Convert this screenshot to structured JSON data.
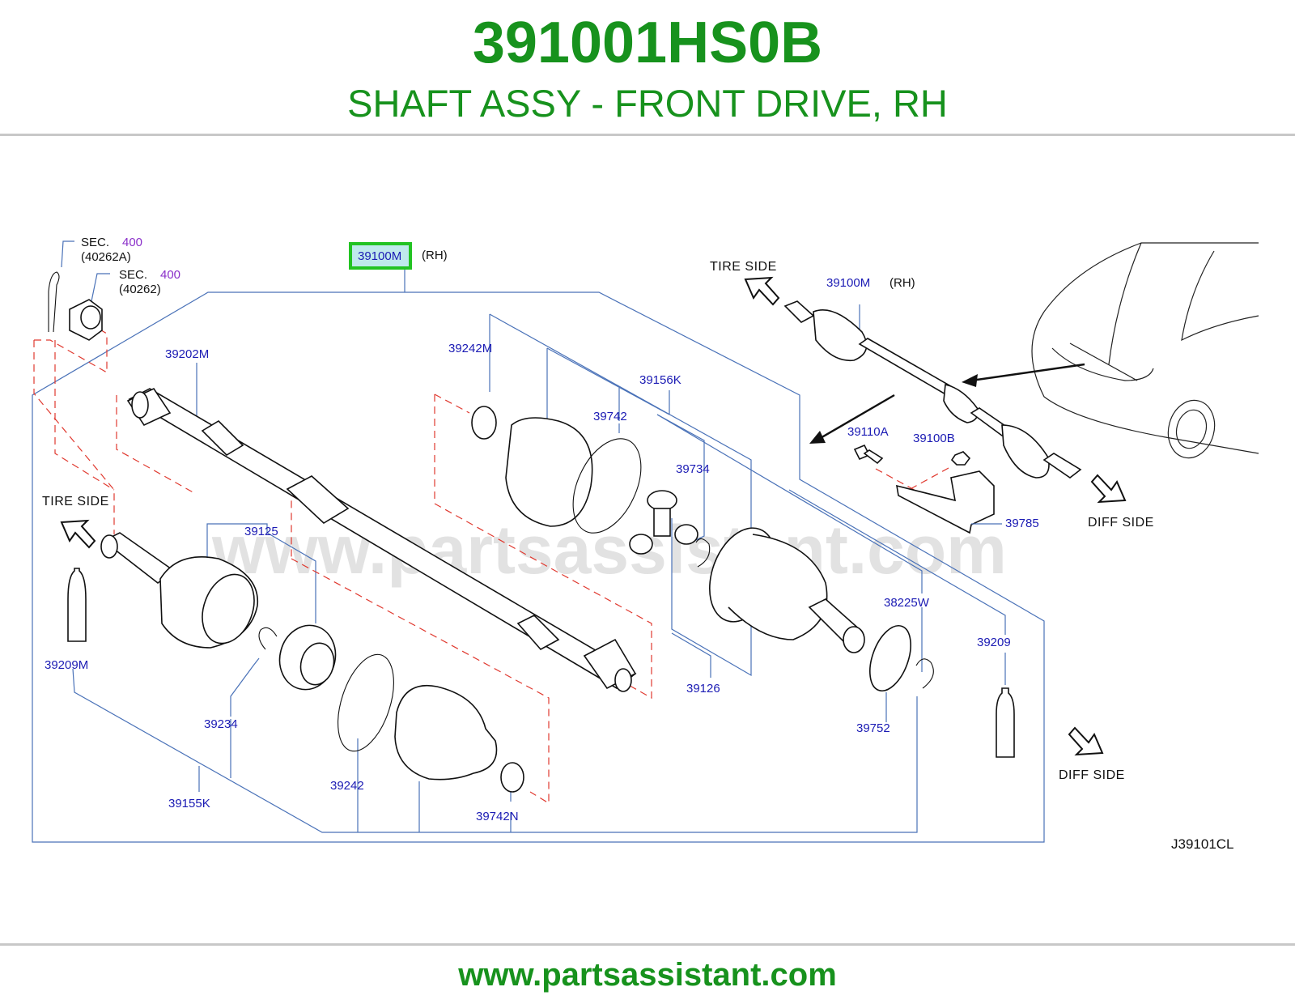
{
  "header": {
    "part_number": "391001HS0B",
    "description": "SHAFT ASSY - FRONT DRIVE, RH",
    "color": "#17921d"
  },
  "footer": {
    "url": "www.partsassistant.com"
  },
  "watermark": "www.partsassistant.com",
  "diagram": {
    "code": "J39101CL",
    "sec_refs": [
      {
        "sec": "SEC.",
        "num": "400",
        "sub": "(40262A)"
      },
      {
        "sec": "SEC.",
        "num": "400",
        "sub": "(40262)"
      }
    ],
    "highlight": {
      "callout": "39100M",
      "suffix": "(RH)"
    },
    "callouts": {
      "c39202M": "39202M",
      "c39242M": "39242M",
      "c39156K": "39156K",
      "c39742": "39742",
      "c39734": "39734",
      "c39125": "39125",
      "c39209M": "39209M",
      "c39234": "39234",
      "c39155K": "39155K",
      "c39242": "39242",
      "c39742N": "39742N",
      "c39126": "39126",
      "c38225W": "38225W",
      "c39209": "39209",
      "c39752": "39752",
      "c39100M_inset": "39100M",
      "rh_inset": "(RH)",
      "c39110A": "39110A",
      "c39100B": "39100B",
      "c39785": "39785"
    },
    "side_labels": {
      "tire_left": "TIRE   SIDE",
      "tire_right": "TIRE   SIDE",
      "diff_inset": "DIFF   SIDE",
      "diff_main": "DIFF   SIDE"
    },
    "colors": {
      "callout": "#1b1bb4",
      "leader": "#4a72b8",
      "dashed": "#e0392f",
      "highlight": "#22c322"
    }
  }
}
